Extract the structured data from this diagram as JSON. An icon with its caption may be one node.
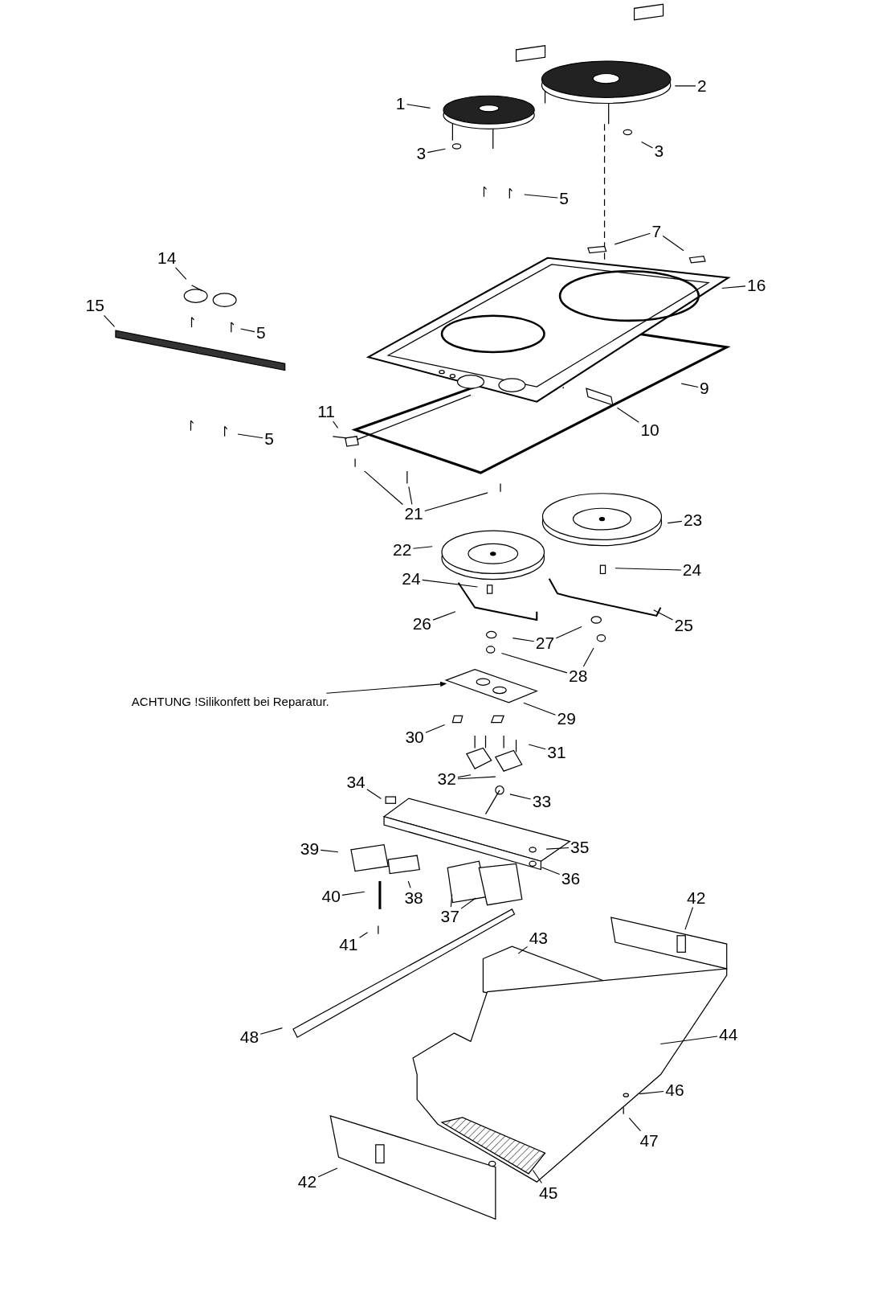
{
  "diagram": {
    "nodes": [
      {
        "text": [
          "1"
        ]
      },
      {
        "text": [
          "2"
        ]
      },
      {
        "text": [
          "3"
        ]
      },
      {
        "text": [
          "3"
        ]
      },
      {
        "text": [
          "5"
        ]
      },
      {
        "text": [
          "7"
        ]
      },
      {
        "text": [
          "14"
        ]
      },
      {
        "text": [
          "15"
        ]
      },
      {
        "text": [
          "16"
        ]
      },
      {
        "text": [
          "5"
        ]
      },
      {
        "text": [
          "9"
        ]
      },
      {
        "text": [
          "10"
        ]
      },
      {
        "text": [
          "11"
        ]
      },
      {
        "text": [
          "5"
        ]
      },
      {
        "text": [
          "21"
        ]
      },
      {
        "text": [
          "22"
        ]
      },
      {
        "text": [
          "23"
        ]
      },
      {
        "text": [
          "24"
        ]
      },
      {
        "text": [
          "24"
        ]
      },
      {
        "text": [
          "26"
        ]
      },
      {
        "text": [
          "25"
        ]
      },
      {
        "text": [
          "27"
        ]
      },
      {
        "text": [
          "28"
        ]
      },
      {
        "text": [
          "ACHTUNG !Silikonfett bei Reparatur."
        ]
      },
      {
        "text": [
          "29"
        ]
      },
      {
        "text": [
          "30"
        ]
      },
      {
        "text": [
          "31"
        ]
      },
      {
        "text": [
          "32"
        ]
      },
      {
        "text": [
          "34"
        ]
      },
      {
        "text": [
          "33"
        ]
      },
      {
        "text": [
          "35"
        ]
      },
      {
        "text": [
          "36"
        ]
      },
      {
        "text": [
          "39"
        ]
      },
      {
        "text": [
          "40"
        ]
      },
      {
        "text": [
          "38"
        ]
      },
      {
        "text": [
          "37"
        ]
      },
      {
        "text": [
          "42"
        ]
      },
      {
        "text": [
          "41"
        ]
      },
      {
        "text": [
          "43"
        ]
      },
      {
        "text": [
          "48"
        ]
      },
      {
        "text": [
          "44"
        ]
      },
      {
        "text": [
          "46"
        ]
      },
      {
        "text": [
          "47"
        ]
      },
      {
        "text": [
          "42"
        ]
      },
      {
        "text": [
          "45"
        ]
      }
    ],
    "edges": [
      {
        "from": 0,
        "to": null,
        "arrow": "none"
      },
      {
        "from": 1,
        "to": null,
        "arrow": "none"
      },
      {
        "from": 2,
        "to": null,
        "arrow": "none"
      },
      {
        "from": 3,
        "to": null,
        "arrow": "none"
      },
      {
        "from": 4,
        "to": null,
        "arrow": "none"
      },
      {
        "from": 5,
        "to": null,
        "arrow": "none"
      },
      {
        "from": 5,
        "to": null,
        "arrow": "none"
      },
      {
        "from": 6,
        "to": null,
        "arrow": "none"
      },
      {
        "from": 7,
        "to": null,
        "arrow": "none"
      },
      {
        "from": 8,
        "to": null,
        "arrow": "none"
      },
      {
        "from": 9,
        "to": null,
        "arrow": "none"
      },
      {
        "from": 10,
        "to": null,
        "arrow": "none"
      },
      {
        "from": 11,
        "to": null,
        "arrow": "none"
      },
      {
        "from": 12,
        "to": null,
        "arrow": "none"
      },
      {
        "from": 13,
        "to": null,
        "arrow": "none"
      },
      {
        "from": 14,
        "to": null,
        "arrow": "none"
      },
      {
        "from": 14,
        "to": null,
        "arrow": "none"
      },
      {
        "from": 14,
        "to": null,
        "arrow": "none"
      },
      {
        "from": 15,
        "to": null,
        "arrow": "none"
      },
      {
        "from": 16,
        "to": null,
        "arrow": "none"
      },
      {
        "from": 17,
        "to": null,
        "arrow": "none"
      },
      {
        "from": 18,
        "to": null,
        "arrow": "none"
      },
      {
        "from": 19,
        "to": null,
        "arrow": "none"
      },
      {
        "from": 20,
        "to": null,
        "arrow": "none"
      },
      {
        "from": 21,
        "to": null,
        "arrow": "none"
      },
      {
        "from": 21,
        "to": null,
        "arrow": "none"
      },
      {
        "from": 22,
        "to": null,
        "arrow": "none"
      },
      {
        "from": 22,
        "to": null,
        "arrow": "none"
      },
      {
        "from": 23,
        "to": null,
        "arrow": "to"
      },
      {
        "from": 24,
        "to": null,
        "arrow": "none"
      },
      {
        "from": 25,
        "to": null,
        "arrow": "none"
      },
      {
        "from": 26,
        "to": null,
        "arrow": "none"
      },
      {
        "from": 27,
        "to": null,
        "arrow": "none"
      },
      {
        "from": 27,
        "to": null,
        "arrow": "none"
      },
      {
        "from": 28,
        "to": null,
        "arrow": "none"
      },
      {
        "from": 29,
        "to": null,
        "arrow": "none"
      },
      {
        "from": 30,
        "to": null,
        "arrow": "none"
      },
      {
        "from": 31,
        "to": null,
        "arrow": "none"
      },
      {
        "from": 32,
        "to": null,
        "arrow": "none"
      },
      {
        "from": 33,
        "to": null,
        "arrow": "none"
      },
      {
        "from": 34,
        "to": null,
        "arrow": "none"
      },
      {
        "from": 35,
        "to": null,
        "arrow": "none"
      },
      {
        "from": 35,
        "to": null,
        "arrow": "none"
      },
      {
        "from": 36,
        "to": null,
        "arrow": "none"
      },
      {
        "from": 37,
        "to": null,
        "arrow": "none"
      },
      {
        "from": 38,
        "to": null,
        "arrow": "none"
      },
      {
        "from": 39,
        "to": null,
        "arrow": "none"
      },
      {
        "from": 40,
        "to": null,
        "arrow": "none"
      },
      {
        "from": 41,
        "to": null,
        "arrow": "none"
      },
      {
        "from": 42,
        "to": null,
        "arrow": "none"
      },
      {
        "from": 43,
        "to": null,
        "arrow": "none"
      },
      {
        "from": 44,
        "to": null,
        "arrow": "none"
      }
    ]
  }
}
